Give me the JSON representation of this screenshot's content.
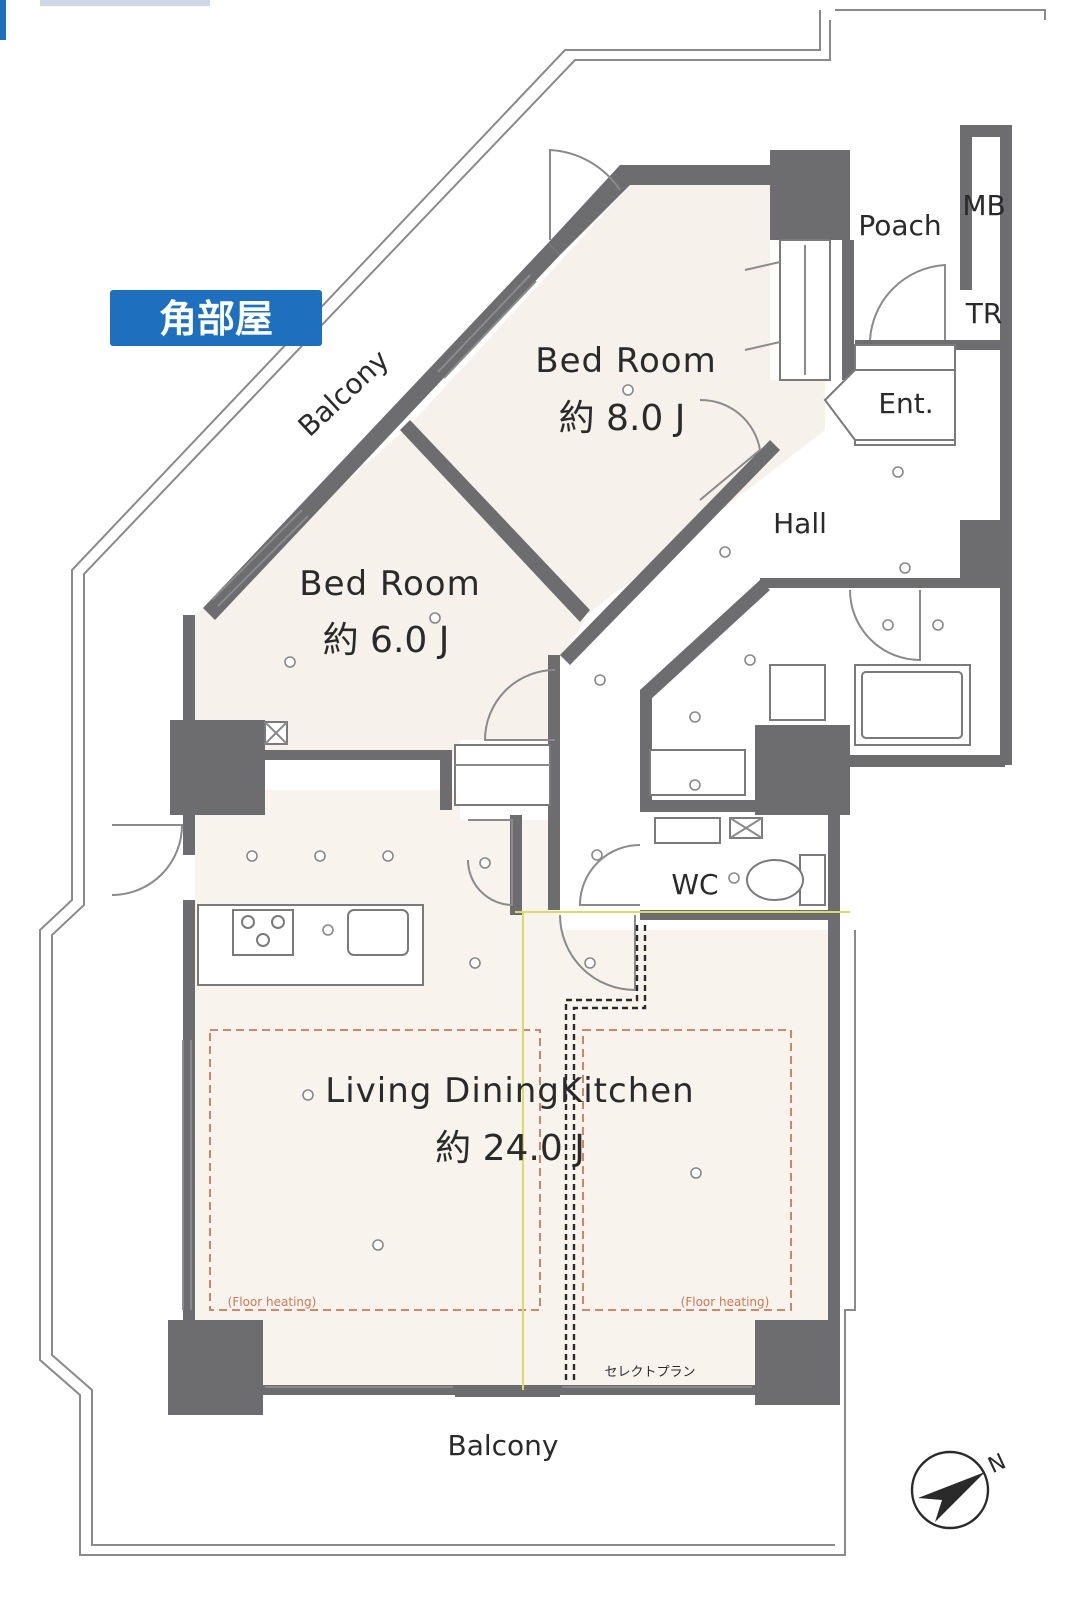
{
  "badge": {
    "text": "角部屋",
    "color": "#1f6fbf"
  },
  "rooms": {
    "bedroom_large": {
      "name": "Bed Room",
      "area": "約 8.0 J"
    },
    "bedroom_small": {
      "name": "Bed Room",
      "area": "約 6.0 J"
    },
    "ldk": {
      "name": "Living DiningKitchen",
      "area": "約 24.0 J"
    },
    "wc": "WC",
    "hall": "Hall",
    "entrance": "Ent.",
    "porch": "Poach",
    "mb": "MB",
    "tr": "TR"
  },
  "balcony": {
    "upper": "Balcony",
    "lower": "Balcony"
  },
  "floor_heating": {
    "left": "(Floor heating)",
    "right": "(Floor heating)"
  },
  "select_plan": "セレクトプラン",
  "compass": {
    "label": "N",
    "icon": "compass-arrow-icon"
  },
  "colors": {
    "wall": "#6d6d6f",
    "floor_heating_outline": "#c97a5a",
    "select_line": "#d8dc6a"
  }
}
